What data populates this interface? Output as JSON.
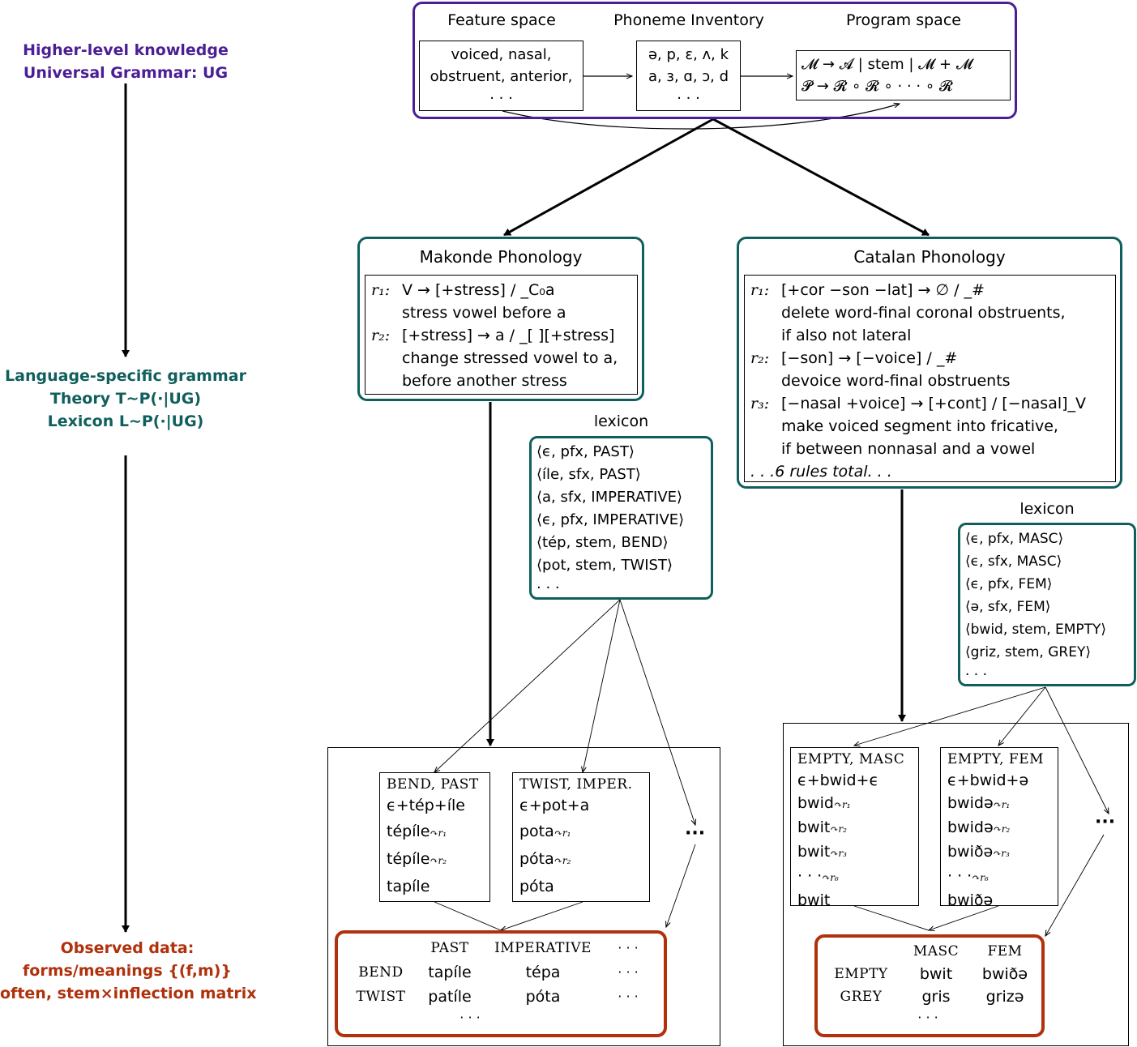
{
  "left": {
    "top": {
      "line1": "Higher-level knowledge",
      "line2": "Universal Grammar: UG"
    },
    "mid": {
      "line1": "Language-specific grammar",
      "line2": "Theory T∼P(·|UG)",
      "line3": "Lexicon L∼P(·|UG)"
    },
    "bot": {
      "line1": "Observed data:",
      "line2": "forms/meanings {(f,m)}",
      "line3": "often, stem×inflection matrix"
    }
  },
  "ug": {
    "feature": {
      "header": "Feature space",
      "lines": [
        "voiced, nasal,",
        "obstruent, anterior,",
        "· · ·"
      ]
    },
    "phoneme": {
      "header": "Phoneme Inventory",
      "lines": [
        "ə, p, ɛ, ʌ, k",
        "a, ɜ, ɑ, ɔ, d",
        "· · ·"
      ]
    },
    "program": {
      "header": "Program space",
      "lines": [
        "𝓜 → 𝓐 | stem | 𝓜 + 𝓜",
        "𝓟 → 𝓡 ∘ 𝓡 ∘ · · · ∘ 𝓡"
      ]
    }
  },
  "makonde": {
    "title": "Makonde Phonology",
    "rules": [
      {
        "label": "r₁:",
        "rule": "V → [+stress] / _C₀a",
        "desc": [
          "stress vowel before a"
        ]
      },
      {
        "label": "r₂:",
        "rule": "[+stress] → a / _[ ][+stress]",
        "desc": [
          "change stressed vowel to a,",
          "before another stress"
        ]
      }
    ],
    "lexicon_label": "lexicon",
    "lexicon": [
      "⟨ϵ, pfx, PAST⟩",
      "⟨íle, sfx, PAST⟩",
      "⟨a, sfx, IMPERATIVE⟩",
      "⟨ϵ, pfx, IMPERATIVE⟩",
      "⟨tép, stem, BEND⟩",
      "⟨pot, stem, TWIST⟩",
      "· · ·"
    ],
    "derivations": [
      {
        "header": "BEND, PAST",
        "lines": [
          "ϵ+tép+íle",
          "tépíle",
          "tépíle",
          "tapíle"
        ],
        "marks": [
          "",
          "r1",
          "r2",
          ""
        ]
      },
      {
        "header": "TWIST, IMPER.",
        "lines": [
          "ϵ+pot+a",
          "pota",
          "póta",
          "póta"
        ],
        "marks": [
          "",
          "r1",
          "r2",
          ""
        ]
      }
    ],
    "ellipsis": "···",
    "matrix": {
      "cols": [
        "PAST",
        "IMPERATIVE",
        "· · ·"
      ],
      "rows": [
        {
          "label": "BEND",
          "cells": [
            "tapíle",
            "tépa",
            "· · ·"
          ]
        },
        {
          "label": "TWIST",
          "cells": [
            "patíle",
            "póta",
            "· · ·"
          ]
        }
      ],
      "more": "· · ·"
    }
  },
  "catalan": {
    "title": "Catalan Phonology",
    "rules": [
      {
        "label": "r₁:",
        "rule": "[+cor −son −lat] → ∅ / _#",
        "desc": [
          "delete word-final coronal obstruents,",
          "if also not lateral"
        ]
      },
      {
        "label": "r₂:",
        "rule": "[−son] → [−voice] / _#",
        "desc": [
          "devoice word-final obstruents"
        ]
      },
      {
        "label": "r₃:",
        "rule": "[−nasal +voice] → [+cont] / [−nasal]_V",
        "desc": [
          "make voiced segment into fricative,",
          "if between nonnasal and a vowel"
        ]
      }
    ],
    "footer": ". . .6 rules total. . .",
    "lexicon_label": "lexicon",
    "lexicon": [
      "⟨ϵ, pfx, MASC⟩",
      "⟨ϵ, sfx, MASC⟩",
      "⟨ϵ, pfx, FEM⟩",
      "⟨ə, sfx, FEM⟩",
      "⟨bwid, stem, EMPTY⟩",
      "⟨griz, stem, GREY⟩",
      "· · ·"
    ],
    "derivations": [
      {
        "header": "EMPTY, MASC",
        "lines": [
          "ϵ+bwid+ϵ",
          "bwid",
          "bwit",
          "bwit",
          "· · ·",
          "bwit"
        ],
        "marks": [
          "",
          "r1",
          "r2",
          "r3",
          "r6",
          ""
        ]
      },
      {
        "header": "EMPTY, FEM",
        "lines": [
          "ϵ+bwid+ə",
          "bwidə",
          "bwidə",
          "bwiðə",
          "· · ·",
          "bwiðə"
        ],
        "marks": [
          "",
          "r1",
          "r2",
          "r3",
          "r6",
          ""
        ]
      }
    ],
    "ellipsis": "···",
    "matrix": {
      "cols": [
        "MASC",
        "FEM"
      ],
      "rows": [
        {
          "label": "EMPTY",
          "cells": [
            "bwit",
            "bwiðə"
          ]
        },
        {
          "label": "GREY",
          "cells": [
            "gris",
            "grizə"
          ]
        }
      ],
      "more": "· · ·"
    }
  },
  "colors": {
    "purple": "#4b1e96",
    "teal": "#0f5f5c",
    "red": "#b0310c"
  }
}
